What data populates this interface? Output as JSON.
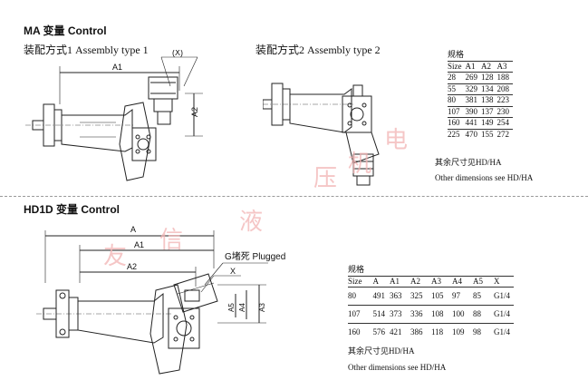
{
  "ma": {
    "title": "MA 变量 Control",
    "type1": "装配方式1 Assembly type 1",
    "type2": "装配方式2 Assembly type 2",
    "dim_labels": {
      "a1": "A1",
      "a2": "A2",
      "x": "(X)"
    },
    "table": {
      "caption": "规格",
      "headers": [
        "Size",
        "A1",
        "A2",
        "A3"
      ],
      "rows": [
        [
          "28",
          "269",
          "128",
          "188"
        ],
        [
          "55",
          "329",
          "134",
          "208"
        ],
        [
          "80",
          "381",
          "138",
          "223"
        ],
        [
          "107",
          "390",
          "137",
          "230"
        ],
        [
          "160",
          "441",
          "149",
          "254"
        ],
        [
          "225",
          "470",
          "155",
          "272"
        ]
      ]
    },
    "note_cn": "其余尺寸见HD/HA",
    "note_en": "Other dimensions see HD/HA"
  },
  "hd": {
    "title": "HD1D 变量 Control",
    "dim_labels": {
      "a": "A",
      "a1": "A1",
      "a2": "A2",
      "x": "X",
      "g": "G堵死 Plugged",
      "a3": "A3",
      "a4": "A4",
      "a5": "A5"
    },
    "table": {
      "caption": "规格",
      "headers": [
        "Size",
        "A",
        "A1",
        "A2",
        "A3",
        "A4",
        "A5",
        "X"
      ],
      "rows": [
        [
          "80",
          "491",
          "363",
          "325",
          "105",
          "97",
          "85",
          "G1/4"
        ],
        [
          "107",
          "514",
          "373",
          "336",
          "108",
          "100",
          "88",
          "G1/4"
        ],
        [
          "160",
          "576",
          "421",
          "386",
          "118",
          "109",
          "98",
          "G1/4"
        ]
      ]
    },
    "note_cn": "其余尺寸见HD/HA",
    "note_en": "Other dimensions see HD/HA"
  },
  "watermark": {
    "chars": [
      "友",
      "信",
      "液",
      "压",
      "机",
      "电"
    ]
  }
}
